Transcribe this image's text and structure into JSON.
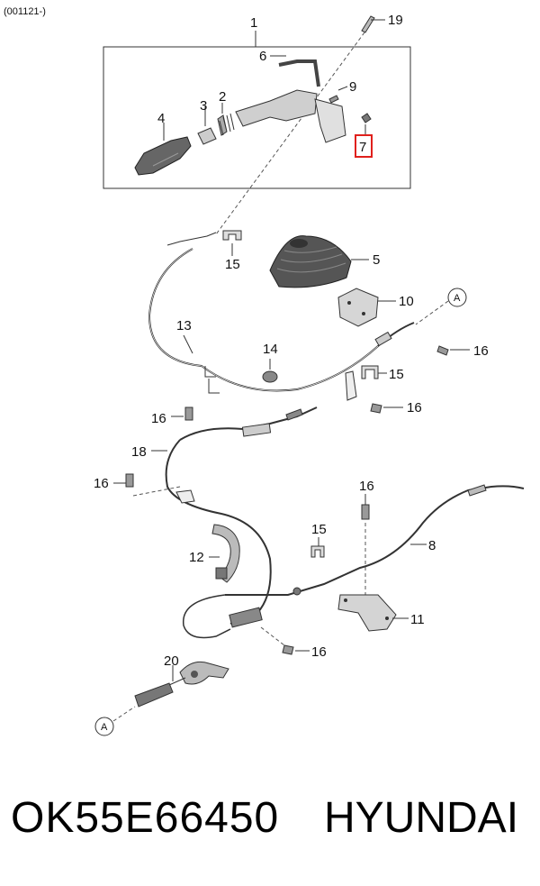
{
  "header": {
    "code": "(001121-)"
  },
  "callouts": {
    "c1": "1",
    "c2": "2",
    "c3": "3",
    "c4": "4",
    "c5": "5",
    "c6": "6",
    "c7": "7",
    "c8": "8",
    "c9": "9",
    "c10": "10",
    "c11": "11",
    "c12": "12",
    "c13": "13",
    "c14": "14",
    "c15a": "15",
    "c15b": "15",
    "c15c": "15",
    "c16a": "16",
    "c16b": "16",
    "c16c": "16",
    "c16d": "16",
    "c16e": "16",
    "c16f": "16",
    "c18": "18",
    "c19": "19",
    "c20": "20",
    "refA1": "A",
    "refA2": "A"
  },
  "highlight": {
    "part": "7",
    "color": "#e0201c"
  },
  "footer": {
    "part_number": "OK55E66450",
    "brand": "HYUNDAI"
  }
}
